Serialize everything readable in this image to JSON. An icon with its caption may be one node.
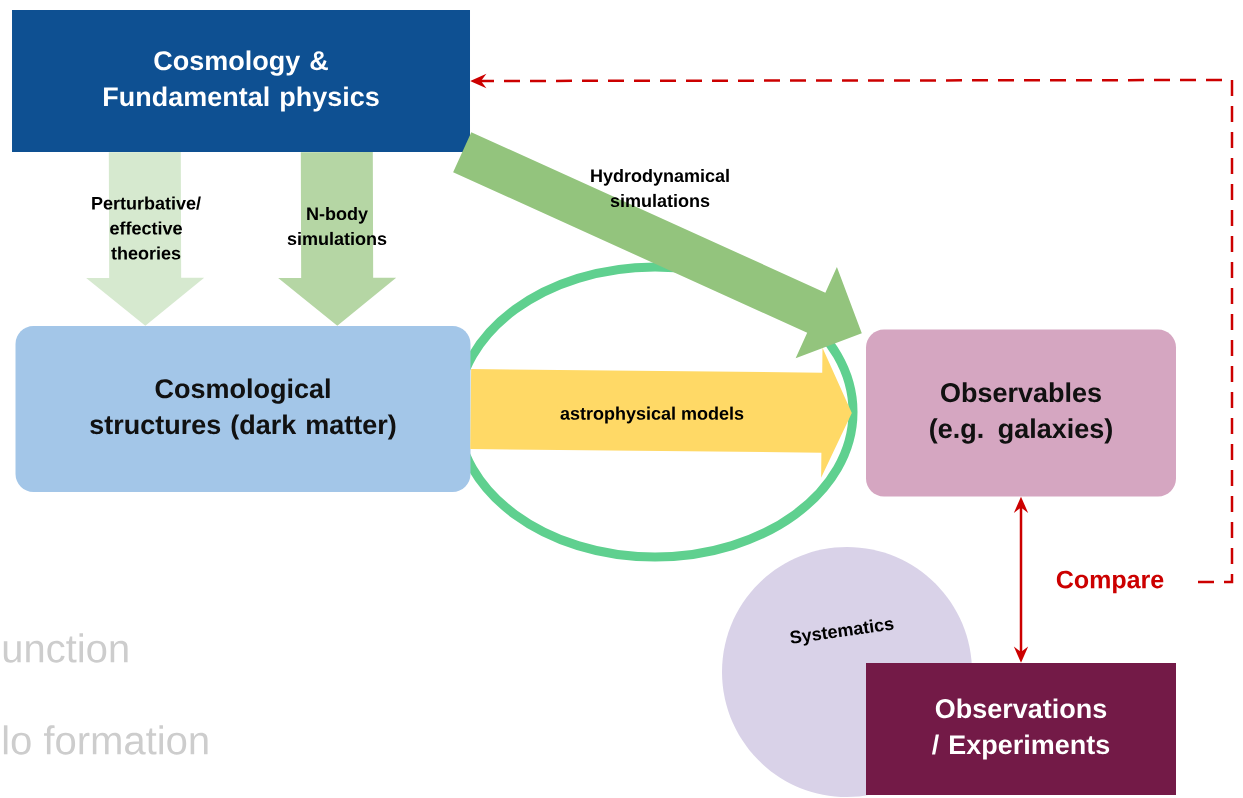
{
  "diagram": {
    "nodes": [
      {
        "text": [
          "Cosmology & Fundamental physics"
        ]
      },
      {
        "text": [
          "Cosmological structures (dark matter)"
        ]
      },
      {
        "text": [
          "Observables (e.g. galaxies)"
        ]
      },
      {
        "text": [
          "Systematics"
        ]
      },
      {
        "text": [
          "Observations / Experiments"
        ]
      }
    ],
    "edges": [
      {
        "from": 0,
        "to": 1,
        "arrow": "to",
        "label": "Perturbative/ effective theories",
        "style": "thick",
        "color": "#d6e9cf"
      },
      {
        "from": 0,
        "to": 1,
        "arrow": "to",
        "label": "N-body simulations",
        "style": "thick",
        "color": "#b5d6a4"
      },
      {
        "from": 0,
        "to": 2,
        "arrow": "to",
        "label": "Hydrodynamical simulations",
        "style": "thick",
        "color": "#93c47d"
      },
      {
        "from": 1,
        "to": 2,
        "arrow": "to",
        "label": "astrophysical models",
        "style": "thick",
        "color": "#ffd966"
      },
      {
        "from": 2,
        "to": 4,
        "arrow": "both",
        "color": "#cc0000"
      },
      {
        "from": null,
        "to": 0,
        "arrow": "to",
        "label": "Compare",
        "style": "dashed",
        "color": "#cc0000"
      }
    ],
    "labels": [
      "unction",
      "lo formation"
    ]
  }
}
